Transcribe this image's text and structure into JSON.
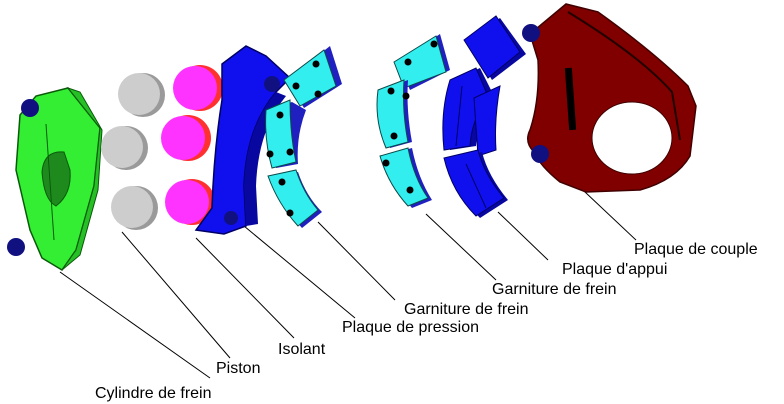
{
  "labels": {
    "cylinder": "Cylindre de frein",
    "piston": "Piston",
    "insulator": "Isolant",
    "pressure_plate": "Plaque de pression",
    "lining_front": "Garniture de frein",
    "lining_rear": "Garniture de frein",
    "backing_plate": "Plaque d'appui",
    "torque_plate": "Plaque de couple"
  },
  "colors": {
    "cylinder": "#33ee33",
    "piston": "#c8c8c8",
    "insulator": "#ff33ff",
    "pressure_plate": "#1010ee",
    "lining": "#33eeee",
    "backing_plate": "#1010ee",
    "torque_plate": "#800000",
    "bolt": "#101080"
  }
}
